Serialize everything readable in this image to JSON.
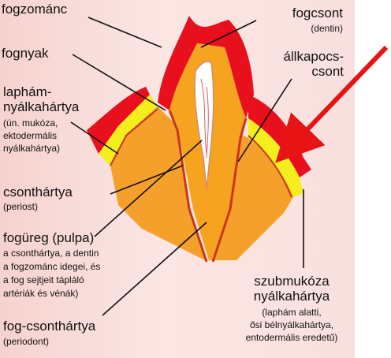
{
  "labels": {
    "fogzomanc": "fogzománc",
    "fognyak": "fognyak",
    "laphám_title_1": "laphám-",
    "laphám_title_2": "nyálkahártya",
    "laphám_sub": [
      "(ún. mukóza,",
      "ektodermális",
      "nyálkahártya)"
    ],
    "csonthartya": "csonthártya",
    "csonthartya_sub": "(periost)",
    "fogureg": "fogüreg (pulpa)",
    "fogureg_sub": [
      "a csonthártya, a dentin",
      "a fogzománc idegei, és",
      "a fog sejtjeit tápláló",
      "artériák és vénák)"
    ],
    "fog_csonthartya": "fog-csonthártya",
    "fog_csonthartya_sub": "(periodont)",
    "fogcsont": "fogcsont",
    "fogcsont_sub": "(dentin)",
    "allkapocs_1": "állkapocs-",
    "allkapocs_2": "csont",
    "szubmukoza_1": "szubmukóza",
    "szubmukoza_2": "nyálkahártya",
    "szubmukoza_sub": [
      "(laphám alatti,",
      "ősi bélnyálkahártya,",
      "entodermális eredetű)"
    ]
  },
  "colors": {
    "enamel_red": "#e8101c",
    "mucosa_yellow": "#f4ee1c",
    "bone_orange": "#f5a02a",
    "dentin_orange": "#f6a31f",
    "pulp_white": "#ffffff",
    "membrane_line": "#c8361a",
    "arrow_red": "#e61414"
  }
}
